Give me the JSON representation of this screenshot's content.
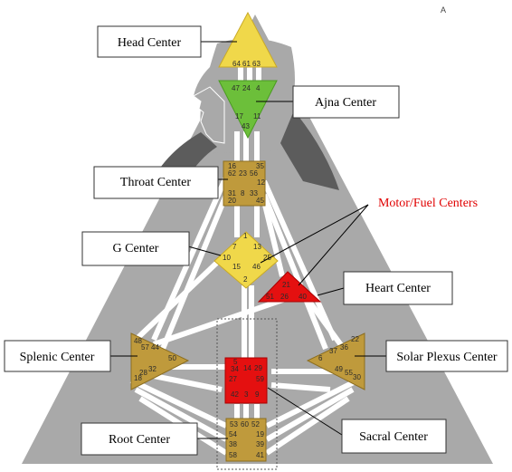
{
  "corner_mark": "A",
  "labels": {
    "head": "Head Center",
    "ajna": "Ajna Center",
    "throat": "Throat Center",
    "motor": "Motor/Fuel Centers",
    "g": "G Center",
    "heart": "Heart Center",
    "splenic": "Splenic Center",
    "solar": "Solar Plexus Center",
    "root": "Root Center",
    "sacral": "Sacral Center"
  },
  "gates": {
    "head": [
      "64",
      "61",
      "63"
    ],
    "ajna_top": [
      "47",
      "24",
      "4"
    ],
    "ajna_mid": [
      "17",
      "11"
    ],
    "ajna_bot": "43",
    "throat": [
      "16",
      "35",
      "62",
      "23",
      "56",
      "12",
      "31",
      "8",
      "33",
      "20",
      "45"
    ],
    "g": [
      "1",
      "7",
      "13",
      "10",
      "25",
      "15",
      "46",
      "2"
    ],
    "heart": [
      "21",
      "51",
      "26",
      "40"
    ],
    "splenic": [
      "48",
      "57",
      "44",
      "50",
      "32",
      "28",
      "18"
    ],
    "solar": [
      "36",
      "22",
      "37",
      "6",
      "49",
      "55",
      "30"
    ],
    "sacral": [
      "5",
      "14",
      "29",
      "34",
      "27",
      "59",
      "42",
      "3",
      "9"
    ],
    "root": [
      "53",
      "60",
      "52",
      "54",
      "19",
      "38",
      "39",
      "58",
      "41"
    ]
  },
  "colors": {
    "body": "#a9a9a9",
    "head_silhouette": "#5c5c5c",
    "defined_yellow": "#f0d84a",
    "defined_green": "#6cbf3a",
    "defined_red": "#e41010",
    "ochre": "#bf9a3c",
    "label_red": "#e00000"
  }
}
